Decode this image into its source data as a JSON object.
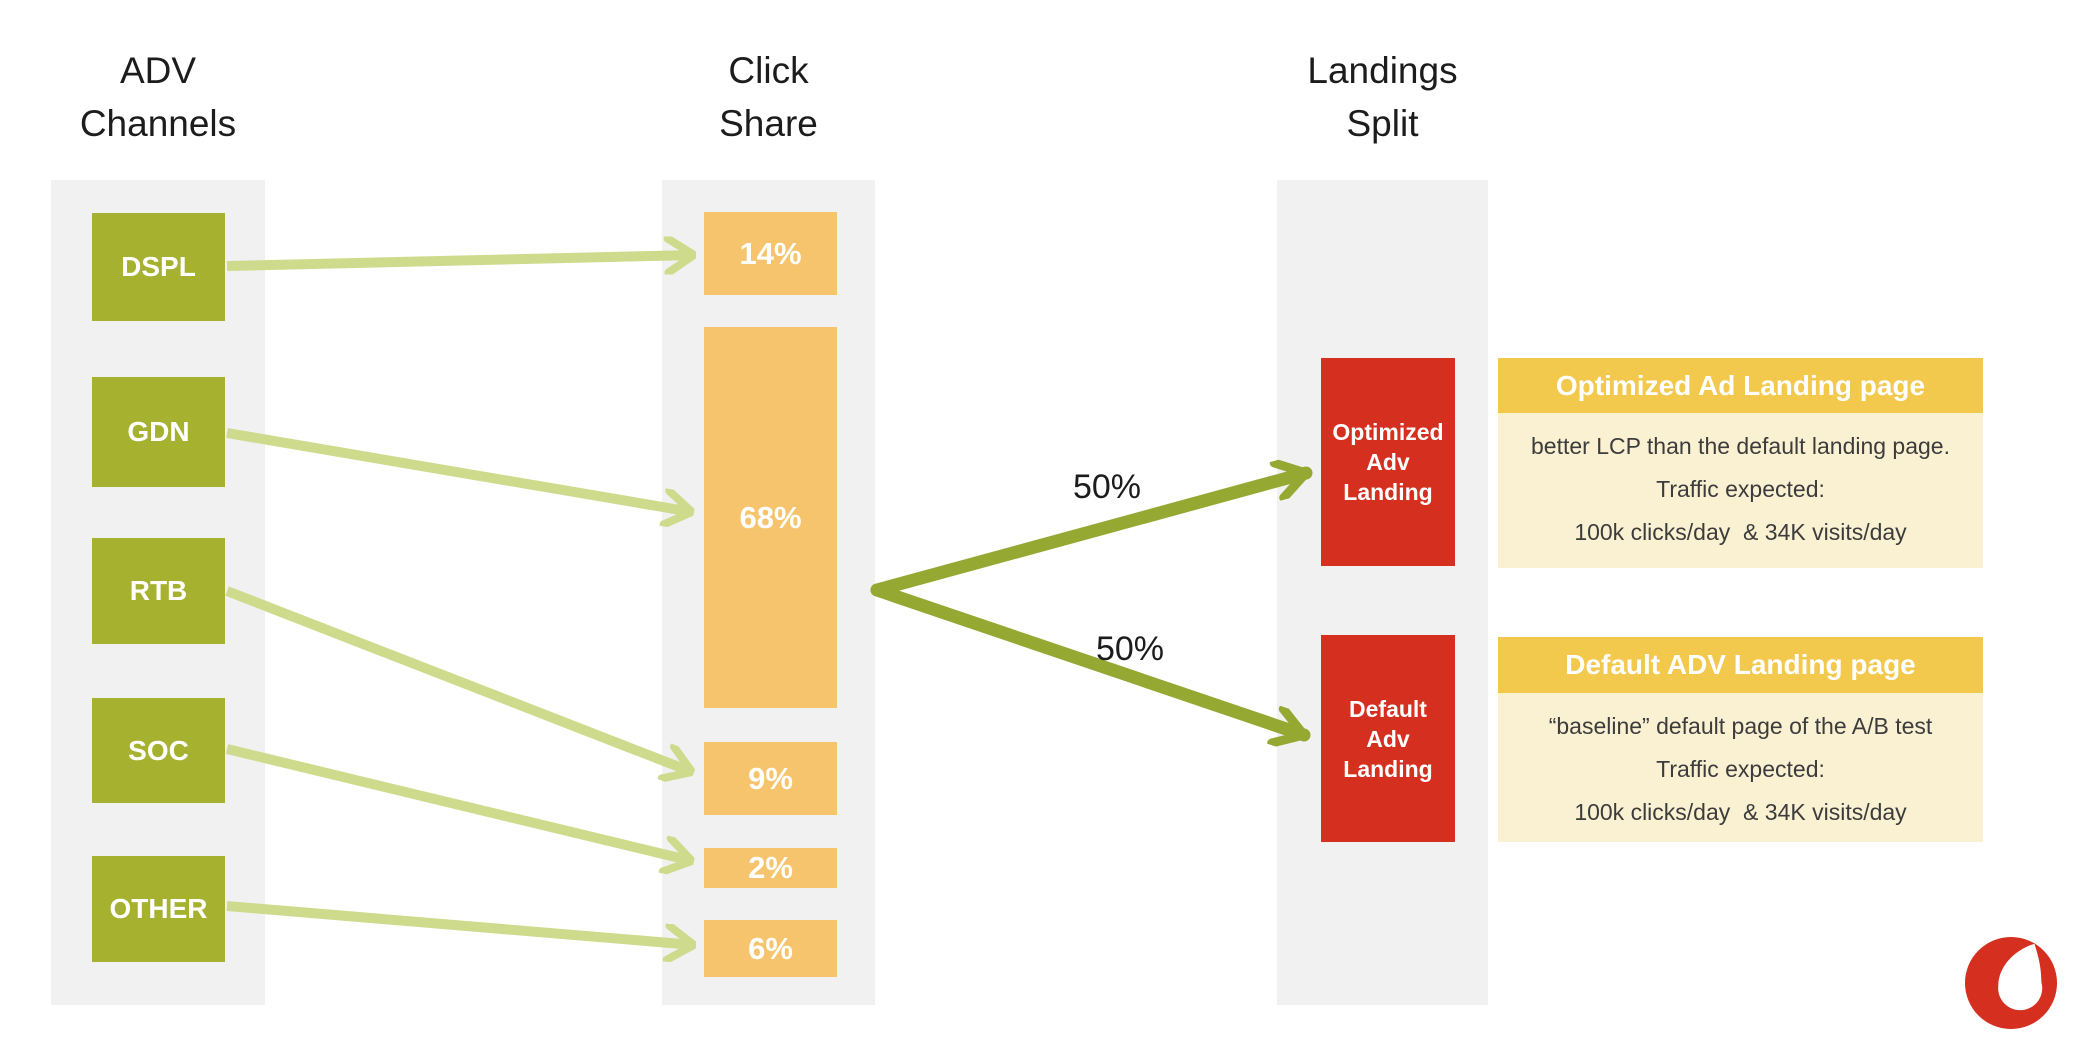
{
  "colors": {
    "green_box": "#a6b22f",
    "light_arrow": "#cfdb8c",
    "olive_arrow": "#94a832",
    "orange_box": "#f6c46c",
    "gray_column": "#f1f1f1",
    "red_box": "#d5301f",
    "gold_header": "#f2c94d",
    "cream_body": "#faf0d2",
    "heading_text": "#1c1c1c",
    "body_text": "#3c3c3c"
  },
  "headers": {
    "channels_line1": "ADV",
    "channels_line2": "Channels",
    "click_line1": "Click",
    "click_line2": "Share",
    "landings_line1": "Landings",
    "landings_line2": "Split"
  },
  "channels": [
    {
      "label": "DSPL"
    },
    {
      "label": "GDN"
    },
    {
      "label": "RTB"
    },
    {
      "label": "SOC"
    },
    {
      "label": "OTHER"
    }
  ],
  "shares": [
    {
      "label": "14%",
      "value": 14
    },
    {
      "label": "68%",
      "value": 68
    },
    {
      "label": "9%",
      "value": 9
    },
    {
      "label": "2%",
      "value": 2
    },
    {
      "label": "6%",
      "value": 6
    }
  ],
  "flows": [
    {
      "from": "DSPL",
      "to": "14%"
    },
    {
      "from": "GDN",
      "to": "68%"
    },
    {
      "from": "RTB",
      "to": "9%"
    },
    {
      "from": "SOC",
      "to": "2%"
    },
    {
      "from": "OTHER",
      "to": "6%"
    }
  ],
  "split": {
    "top_label": "50%",
    "bottom_label": "50%"
  },
  "landings": [
    {
      "line1": "Optimized",
      "line2": "Adv",
      "line3": "Landing"
    },
    {
      "line1": "Default",
      "line2": "Adv",
      "line3": "Landing"
    }
  ],
  "cards": [
    {
      "title": "Optimized Ad Landing page",
      "line1": "better LCP than the default landing page.",
      "line2": "Traffic expected:",
      "line3": "100k clicks/day  & 34K visits/day"
    },
    {
      "title": "Default ADV Landing page",
      "line1": "“baseline” default page of the A/B test",
      "line2": "Traffic expected:",
      "line3": "100k clicks/day  & 34K visits/day"
    }
  ],
  "logo": {
    "icon": "vodafone-speechmark-icon"
  }
}
